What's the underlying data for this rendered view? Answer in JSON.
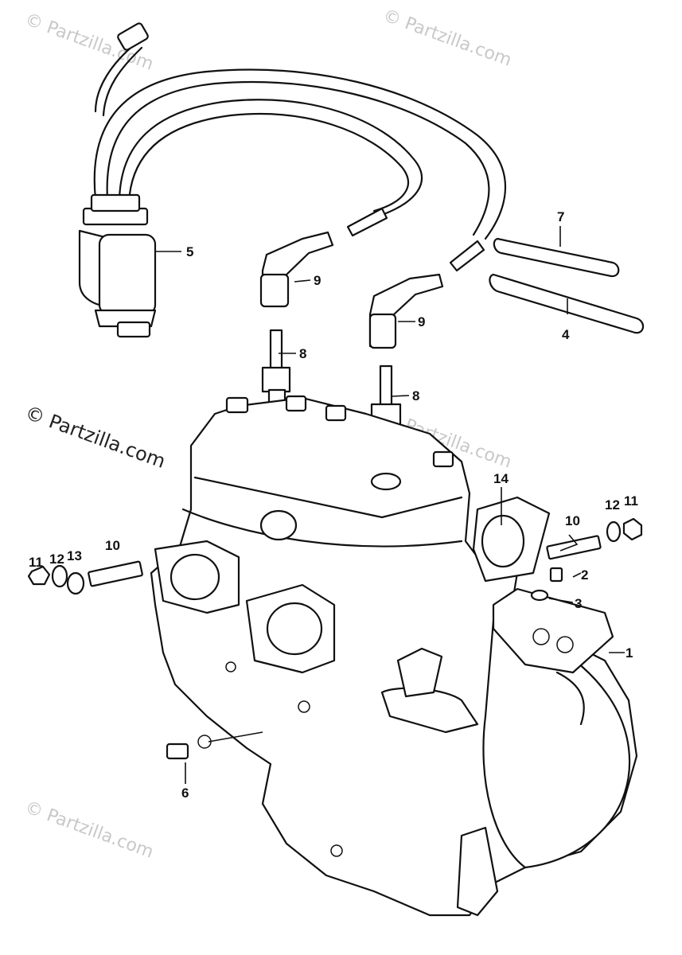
{
  "watermark": {
    "main": "© Partzilla.com",
    "faint": "© Partzilla.com"
  },
  "callouts": {
    "p1": "1",
    "p2": "2",
    "p3": "3",
    "p4": "4",
    "p5": "5",
    "p6": "6",
    "p7": "7",
    "p8a": "8",
    "p8b": "8",
    "p9a": "9",
    "p9b": "9",
    "p10a": "10",
    "p10b": "10",
    "p11a": "11",
    "p11b": "11",
    "p12a": "12",
    "p12b": "12",
    "p13": "13",
    "p14": "14"
  }
}
